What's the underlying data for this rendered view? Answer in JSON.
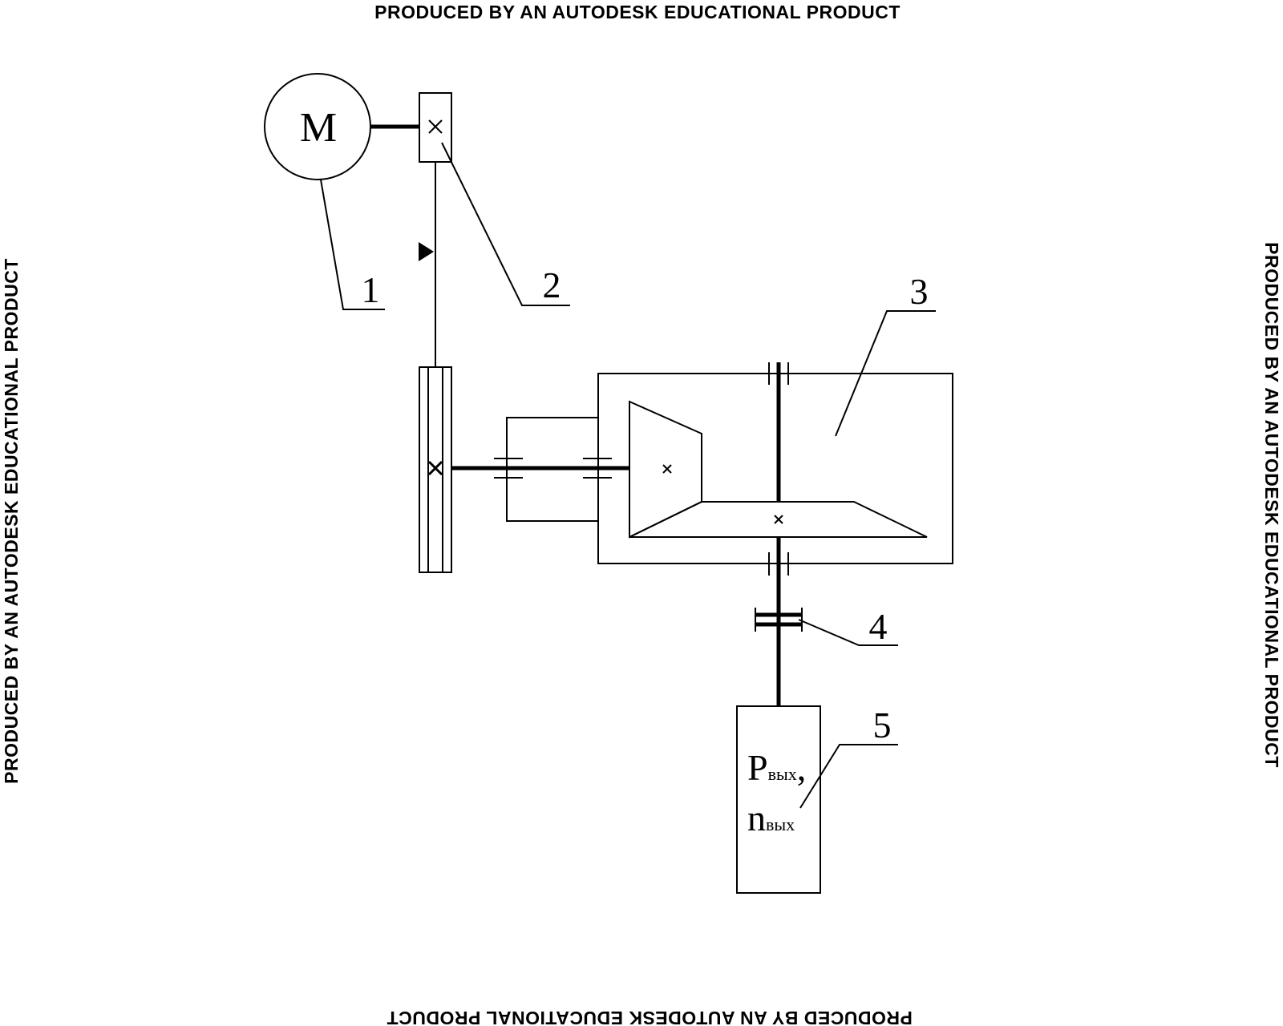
{
  "watermarks": {
    "top": "PRODUCED BY AN AUTODESK EDUCATIONAL PRODUCT",
    "bottom": "PRODUCED BY AN AUTODESK EDUCATIONAL PRODUCT",
    "left": "PRODUCED BY AN AUTODESK EDUCATIONAL PRODUCT",
    "right": "PRODUCED BY AN AUTODESK EDUCATIONAL PRODUCT"
  },
  "motor": {
    "letter": "M"
  },
  "callouts": {
    "c1": "1",
    "c2": "2",
    "c3": "3",
    "c4": "4",
    "c5": "5"
  },
  "output": {
    "power_symbol": "P",
    "power_subscript": "вых",
    "separator": ",",
    "speed_symbol": "n",
    "speed_subscript": "вых"
  }
}
